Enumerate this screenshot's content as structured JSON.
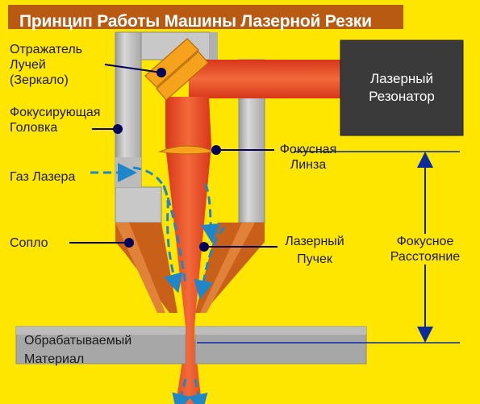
{
  "title": "Принцип Работы Машины Лазерной Резки",
  "labels": {
    "reflector_line1": "Отражатель",
    "reflector_line2": "Лучей",
    "reflector_line3": "(Зеркало)",
    "focusing_head_line1": "Фокусирующая",
    "focusing_head_line2": "Головка",
    "laser_gas": "Газ Лазера",
    "nozzle": "Сопло",
    "workpiece_line1": "Обрабатываемый",
    "workpiece_line2": "Материал",
    "resonator_line1": "Лазерный",
    "resonator_line2": "Резонатор",
    "lens_line1": "Фокусная",
    "lens_line2": "Линза",
    "beam_line1": "Лазерный",
    "beam_line2": "Пучек",
    "focal_distance_line1": "Фокусное",
    "focal_distance_line2": "Расстояние"
  },
  "colors": {
    "background": "#ffe600",
    "title_bar": "#b85a12",
    "head_gray": "#c8c8c8",
    "resonator": "#3a3a3a",
    "beam": "#e8481c",
    "mirror": "#f7a21c",
    "nozzle": "#c8601a",
    "gas_arrows": "#1f86c9",
    "leader_lines": "#00005a"
  }
}
